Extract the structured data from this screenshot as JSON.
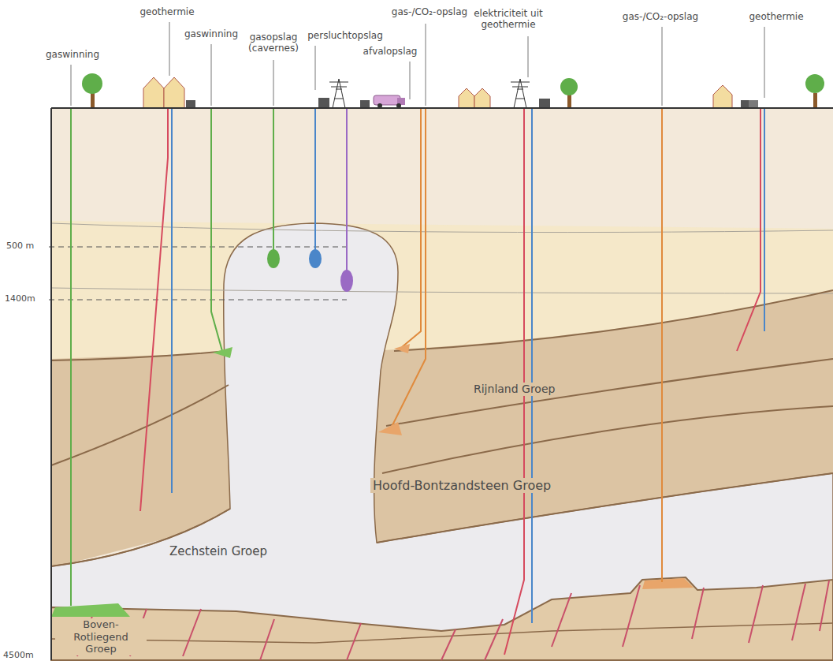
{
  "diagram": {
    "labels": [
      "gaswinning",
      "geothermie",
      "gaswinning",
      "gasopslag (cavernes)",
      "persluchtopslag",
      "afvalopslag",
      "gas-/CO₂-opslag",
      "elektriciteit uit geothermie",
      "gas-/CO₂-opslag",
      "geothermie",
      "500 m",
      "1400m",
      "4500m",
      "Rijnland Groep",
      "Hoofd-Bontzandsteen Groep",
      "Zechstein Groep",
      "Boven-Rotliegend Groep"
    ]
  }
}
